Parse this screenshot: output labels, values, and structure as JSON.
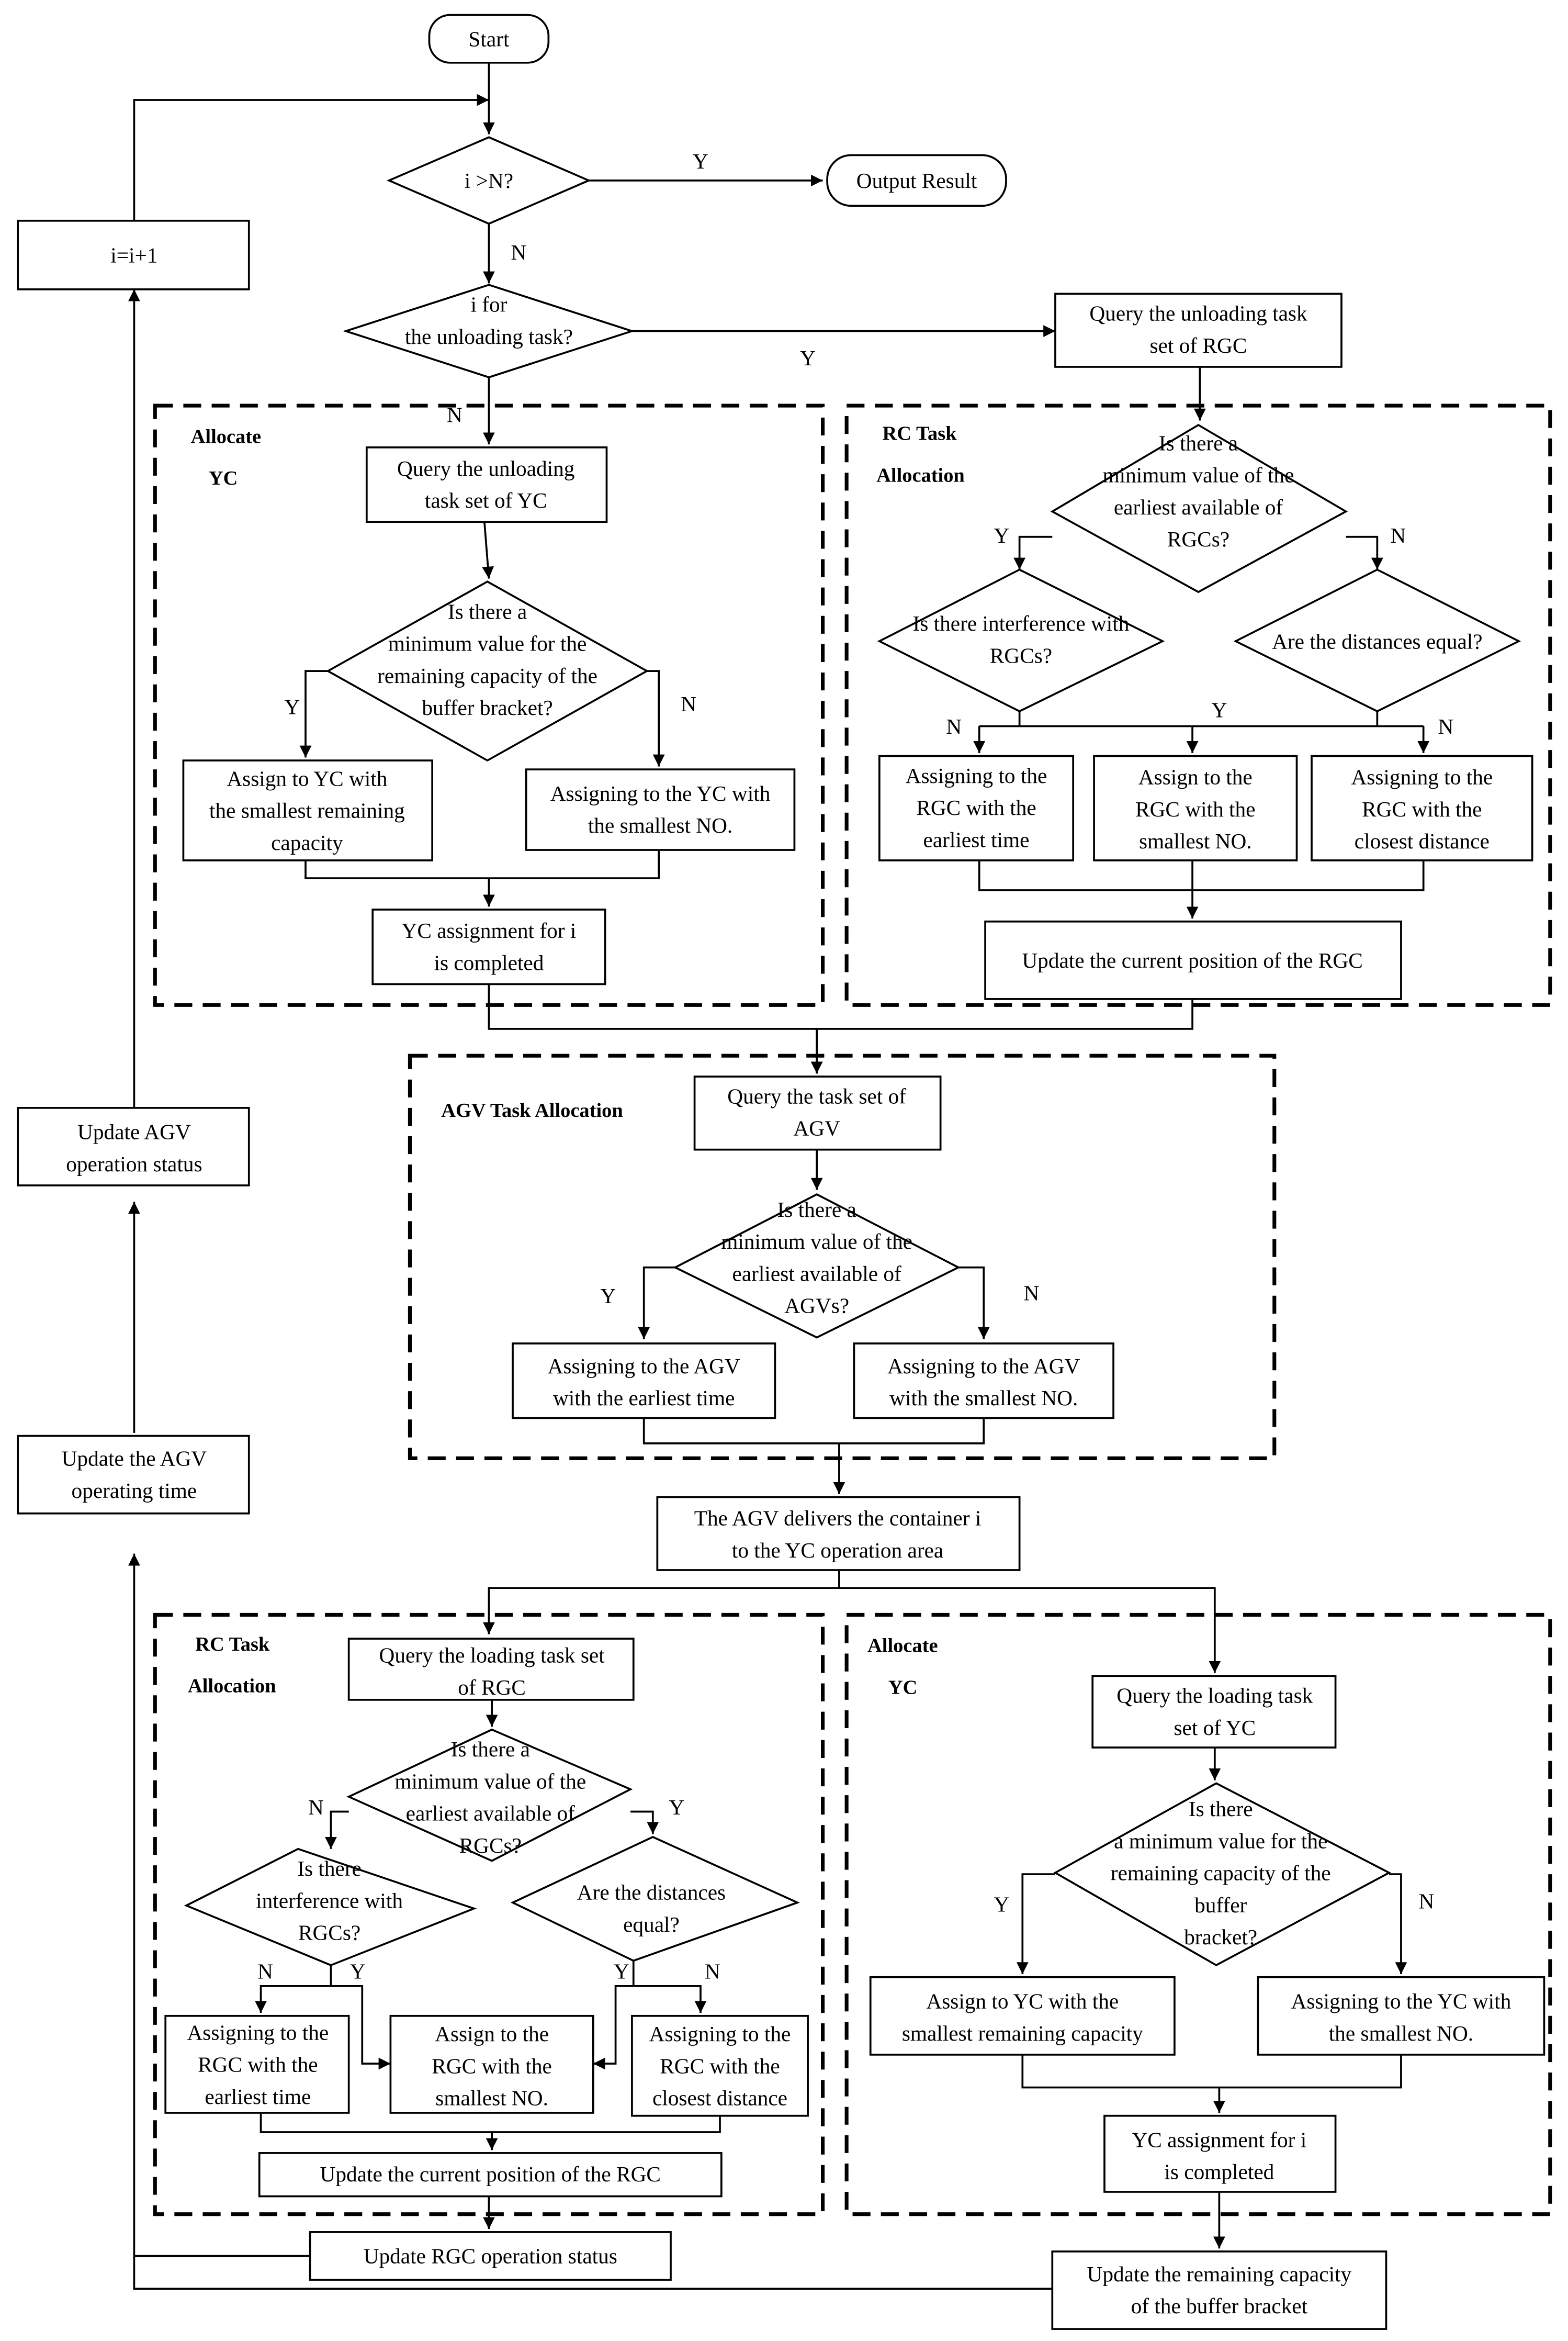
{
  "diagram": {
    "start": "Start",
    "output_result": "Output Result",
    "i_increment": "i=i+1",
    "check_i_gt_n": "i >N?",
    "check_unloading": [
      "i for",
      "the unloading task?"
    ],
    "query_unloading_rgc": [
      "Query the unloading task",
      "set of RGC"
    ],
    "group_labels": {
      "allocate_yc_top": [
        "Allocate",
        "YC"
      ],
      "rc_task_top": [
        "RC Task",
        "Allocation"
      ],
      "agv_task": [
        "AGV Task Allocation"
      ],
      "rc_task_bottom": [
        "RC Task",
        "Allocation"
      ],
      "allocate_yc_bottom": [
        "Allocate",
        "YC"
      ]
    },
    "query_unloading_yc": [
      "Query the unloading",
      "task set of YC"
    ],
    "yc_top_decision": [
      "Is there a",
      "minimum value for the",
      "remaining capacity of the",
      "buffer bracket?"
    ],
    "assign_yc_smallest_capacity_top": [
      "Assign to YC with",
      "the smallest remaining",
      "capacity"
    ],
    "assign_yc_smallest_no_top": [
      "Assigning to the YC with",
      "the smallest NO."
    ],
    "yc_assignment_completed_top": [
      "YC assignment for i",
      "is completed"
    ],
    "rgc_top_decision": [
      "Is there a",
      "minimum value of the",
      "earliest available of",
      "RGCs?"
    ],
    "rgc_top_interference": [
      "Is there interference with",
      "RGCs?"
    ],
    "rgc_top_distances": [
      "Are the distances equal?"
    ],
    "assign_rgc_earliest_top": [
      "Assigning to the",
      "RGC with the",
      "earliest time"
    ],
    "assign_rgc_smallest_top": [
      "Assign to the",
      "RGC with the",
      "smallest NO."
    ],
    "assign_rgc_closest_top": [
      "Assigning to the",
      "RGC with the",
      "closest distance"
    ],
    "update_rgc_position_top": "Update the current position of the RGC",
    "query_agv": [
      "Query the task set of",
      "AGV"
    ],
    "agv_decision": [
      "Is there a",
      "minimum value of the",
      "earliest available of",
      "AGVs?"
    ],
    "assign_agv_earliest": [
      "Assigning to the AGV",
      "with the earliest time"
    ],
    "assign_agv_smallest": [
      "Assigning to the AGV",
      "with the smallest NO."
    ],
    "agv_delivers": [
      "The AGV delivers the container i",
      "to the YC operation area"
    ],
    "query_loading_rgc": [
      "Query the loading task set",
      "of RGC"
    ],
    "rgc_bottom_decision": [
      "Is there a",
      "minimum value of the",
      "earliest available of",
      "RGCs?"
    ],
    "rgc_bottom_interference": [
      "Is there",
      "interference with",
      "RGCs?"
    ],
    "rgc_bottom_distances": [
      "Are the distances",
      "equal?"
    ],
    "assign_rgc_earliest_bottom": [
      "Assigning to the",
      "RGC with the",
      "earliest time"
    ],
    "assign_rgc_smallest_bottom": [
      "Assign to the",
      "RGC with the",
      "smallest NO."
    ],
    "assign_rgc_closest_bottom": [
      "Assigning to the",
      "RGC with the",
      "closest distance"
    ],
    "update_rgc_position_bottom": "Update the current position of the RGC",
    "query_loading_yc": [
      "Query the loading task",
      "set of YC"
    ],
    "yc_bottom_decision": [
      "Is there",
      "a minimum value for the",
      "remaining capacity of the",
      "buffer",
      "bracket?"
    ],
    "assign_yc_smallest_capacity_bottom": [
      "Assign to YC with the",
      "smallest remaining capacity"
    ],
    "assign_yc_smallest_no_bottom": [
      "Assigning to the YC with",
      "the smallest NO."
    ],
    "yc_assignment_completed_bottom": [
      "YC assignment for i",
      "is completed"
    ],
    "update_rgc_status": "Update RGC operation status",
    "update_buffer_capacity": [
      "Update the remaining capacity",
      "of the buffer bracket"
    ],
    "update_agv_time": [
      "Update the AGV",
      "operating time"
    ],
    "update_agv_status": [
      "Update AGV",
      "operation status"
    ],
    "label_y": "Y",
    "label_n": "N"
  }
}
